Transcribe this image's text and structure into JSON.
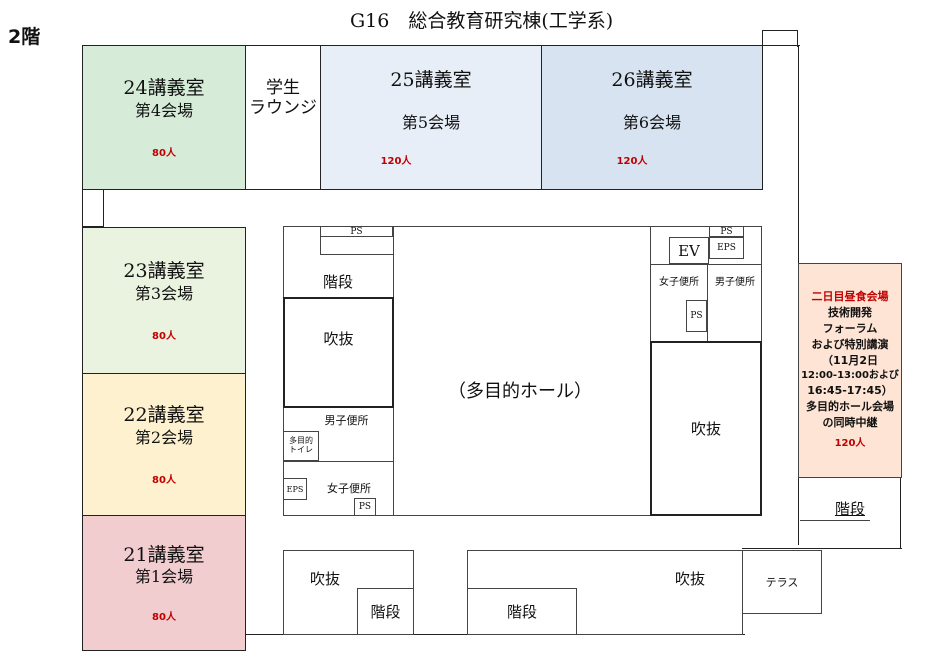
{
  "floor_label": "2階",
  "building_title": "G16　総合教育研究棟(工学系)",
  "rooms": {
    "r24": {
      "name": "24講義室",
      "venue": "第4会場",
      "capacity": "80人",
      "color": "#d6ecd9"
    },
    "r25": {
      "name": "25講義室",
      "venue": "第5会場",
      "capacity": "120人",
      "color": "#e8eef7"
    },
    "r26": {
      "name": "26講義室",
      "venue": "第6会場",
      "capacity": "120人",
      "color": "#d7e3f0"
    },
    "r23": {
      "name": "23講義室",
      "venue": "第3会場",
      "capacity": "80人",
      "color": "#e9f3df"
    },
    "r22": {
      "name": "22講義室",
      "venue": "第2会場",
      "capacity": "80人",
      "color": "#fdf1cf"
    },
    "r21": {
      "name": "21講義室",
      "venue": "第1会場",
      "capacity": "80人",
      "color": "#f1cdd0"
    }
  },
  "student_lounge": "学生\nラウンジ",
  "lunch": {
    "line1": "二日目昼食会場",
    "line2": "技術開発",
    "line3": "フォーラム",
    "line4": "および特別講演",
    "line5": "（11月2日",
    "line6": "12:00-13:00および",
    "line7": "16:45-17:45）",
    "line8": "多目的ホール会場",
    "line9": "の同時中継",
    "capacity": "120人",
    "color": "#fde4d4",
    "highlight": "#c00000"
  },
  "labels": {
    "stairs": "階段",
    "atrium": "吹抜",
    "ps": "PS",
    "eps": "EPS",
    "ev": "EV",
    "womens_wc": "女子便所",
    "mens_wc": "男子便所",
    "multi_wc": "多目的\nトイレ",
    "hall": "（多目的ホール）",
    "terrace": "テラス"
  }
}
